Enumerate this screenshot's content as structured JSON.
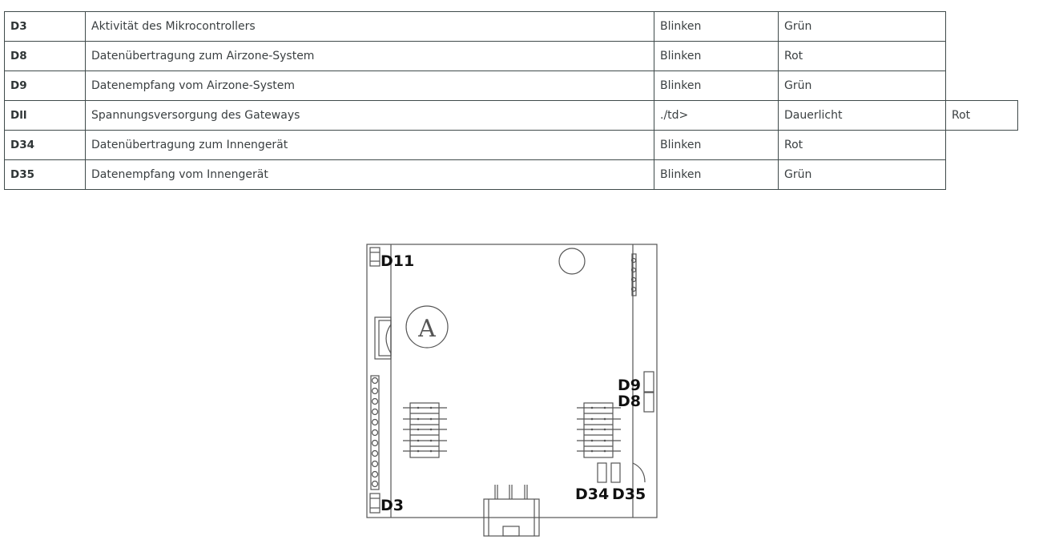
{
  "table": {
    "rows": [
      {
        "id": "D3",
        "description": "Aktivität des Mikrocontrollers",
        "mode": "Blinken",
        "color": "Grün",
        "extra": ""
      },
      {
        "id": "D8",
        "description": "Datenübertragung zum Airzone-System",
        "mode": "Blinken",
        "color": "Rot",
        "extra": ""
      },
      {
        "id": "D9",
        "description": "Datenempfang vom Airzone-System",
        "mode": "Blinken",
        "color": "Grün",
        "extra": ""
      },
      {
        "id": "Dll",
        "description": "Spannungsversorgung des Gateways",
        "mode": "./td>",
        "color": "Dauerlicht",
        "extra": "Rot"
      },
      {
        "id": "D34",
        "description": "Datenübertragung zum Innengerät",
        "mode": "Blinken",
        "color": "Rot",
        "extra": ""
      },
      {
        "id": "D35",
        "description": "Datenempfang vom Innengerät",
        "mode": "Blinken",
        "color": "Grün",
        "extra": ""
      }
    ]
  },
  "diagram": {
    "labels": {
      "d11": "D11",
      "d3": "D3",
      "d9": "D9",
      "d8": "D8",
      "d34": "D34",
      "d35": "D35",
      "a_marker": "A"
    }
  }
}
